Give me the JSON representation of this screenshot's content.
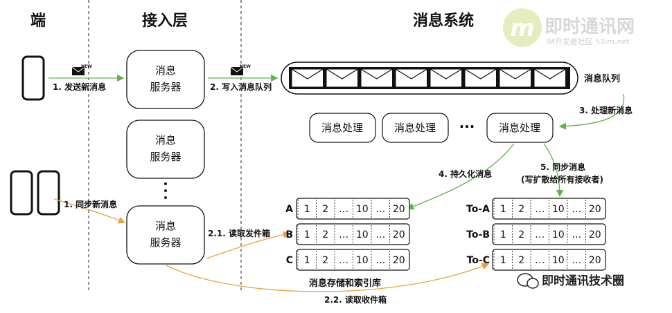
{
  "titles": {
    "client": "端",
    "access": "接入层",
    "message_system": "消息系统"
  },
  "server_box": {
    "line1": "消息",
    "line2": "服务器"
  },
  "labels": {
    "send_new": "1. 发送新消息",
    "write_queue": "2. 写入消息队列",
    "queue": "消息队列",
    "process_new": "3. 处理新消息",
    "persist": "4. 持久化消息",
    "sync_line1": "5. 同步消息",
    "sync_line2": "(写扩散给所有接收者)",
    "sync_new": "1. 同步新消息",
    "read_outbox": "2.1. 读取发件箱",
    "read_inbox": "2.2. 读取收件箱",
    "storage_caption": "消息存储和索引库",
    "new_tag": "NEW"
  },
  "processing": {
    "label": "消息处理",
    "ellipsis": "···"
  },
  "storage_rows": [
    "A",
    "B",
    "C"
  ],
  "inbox_rows": [
    "To-A",
    "To-B",
    "To-C"
  ],
  "cells": [
    "1",
    "2",
    "…",
    "10",
    "…",
    "20"
  ],
  "watermark": {
    "brand": "即时通讯网",
    "sub": "IM开发者社区 52im.net",
    "wechat": "即时通讯技术圈"
  },
  "colors": {
    "green_arrow": "#5bb548",
    "orange_arrow": "#e8a33c",
    "accent_logo": "#c8d86a"
  }
}
